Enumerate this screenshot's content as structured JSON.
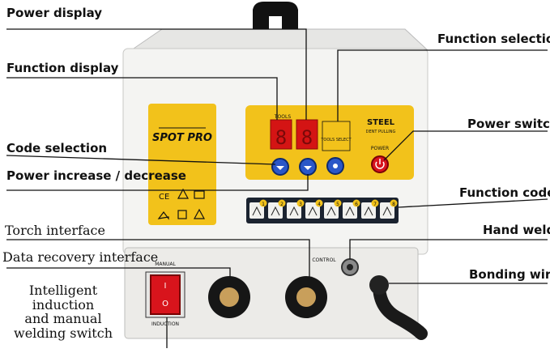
{
  "labels": {
    "power_display": "Power display",
    "function_selection": "Function selection",
    "function_display": "Function display",
    "power_switch": "Power switch",
    "code_selection": "Code selection",
    "power_increase_decrease": "Power increase / decrease",
    "function_code": "Function code",
    "torch_interface": "Torch interface",
    "hand_weld": "Hand weld",
    "data_recovery_interface": "Data recovery interface",
    "bonding_wire": "Bonding wire",
    "switch_line1": "Intelligent induction",
    "switch_line2": "and manual",
    "switch_line3": "welding switch"
  },
  "machine": {
    "brand": "SPOT PRO",
    "tools_label": "TOOLS",
    "tools_select": "TOOLS SELECT",
    "steel": "STEEL",
    "dent_pulling": "DENT PULLING",
    "power_label": "POWER",
    "manual_label": "MANUAL",
    "induction_label": "INDUCTION",
    "control_label": "CONTROL",
    "function_numbers": [
      "1",
      "2",
      "3",
      "4",
      "5",
      "6",
      "7",
      "8"
    ]
  },
  "colors": {
    "panel_yellow": "#f2c21b",
    "display_red": "#d41414",
    "knob_blue": "#2a57c8",
    "switch_red": "#d8141c",
    "body_white": "#f4f4f2"
  }
}
